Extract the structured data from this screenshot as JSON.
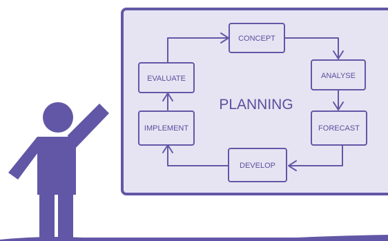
{
  "diagram": {
    "center_label": "PLANNING",
    "nodes": [
      {
        "id": "concept",
        "label": "CONCEPT"
      },
      {
        "id": "analyse",
        "label": "ANALYSE"
      },
      {
        "id": "forecast",
        "label": "FORECAST"
      },
      {
        "id": "develop",
        "label": "DEVELOP"
      },
      {
        "id": "implement",
        "label": "IMPLEMENT"
      },
      {
        "id": "evaluate",
        "label": "EVALUATE"
      }
    ],
    "cycle": [
      "concept",
      "analyse",
      "forecast",
      "develop",
      "implement",
      "evaluate"
    ]
  },
  "colors": {
    "primary": "#6257a6",
    "board_fill": "#e6e4f2",
    "text": "#5a4f9e"
  }
}
